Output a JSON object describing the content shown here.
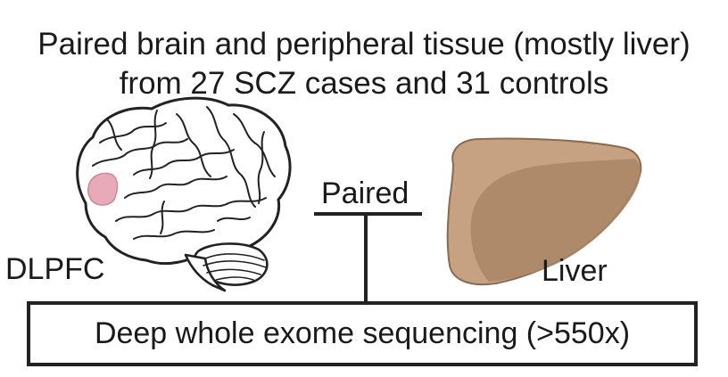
{
  "title": {
    "line1": "Paired brain and peripheral tissue (mostly liver)",
    "line2": "from 27 SCZ cases and 31 controls"
  },
  "brain": {
    "label": "DLPFC",
    "region_color": "#e8a9b9",
    "outline_color": "#222222"
  },
  "liver": {
    "label": "Liver",
    "fill_color": "#c6a282",
    "shadow_color": "#a98566"
  },
  "connector": {
    "label": "Paired"
  },
  "sequencing_box": {
    "label": "Deep whole exome sequencing (>550x)"
  }
}
